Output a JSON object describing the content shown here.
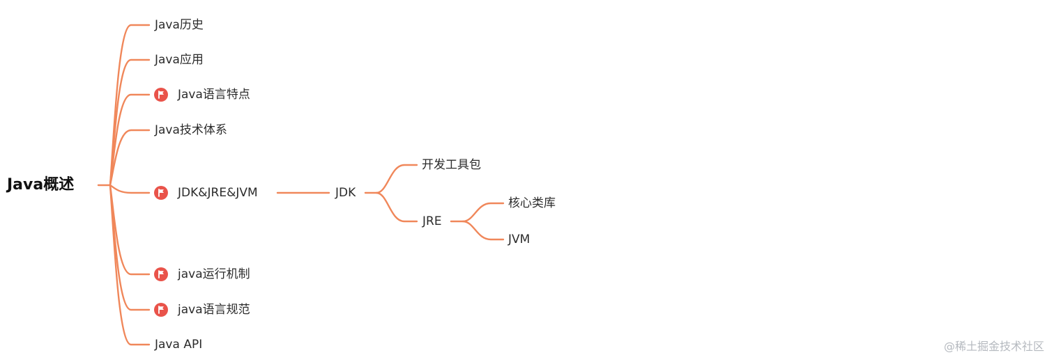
{
  "colors": {
    "edge": "#f0875a",
    "flag": "#e9534a",
    "text": "#2b2b2b",
    "watermark": "#b5b9bf"
  },
  "mindmap": {
    "root": {
      "label": "Java概述"
    },
    "branches": [
      {
        "id": "history",
        "label": "Java历史",
        "flag": false
      },
      {
        "id": "apps",
        "label": "Java应用",
        "flag": false
      },
      {
        "id": "features",
        "label": "Java语言特点",
        "flag": true
      },
      {
        "id": "tech",
        "label": "Java技术体系",
        "flag": false
      },
      {
        "id": "jdk-jre-jvm",
        "label": "JDK&JRE&JVM",
        "flag": true
      },
      {
        "id": "runtime",
        "label": "java运行机制",
        "flag": true
      },
      {
        "id": "spec",
        "label": "java语言规范",
        "flag": true
      },
      {
        "id": "api",
        "label": "Java API",
        "flag": false
      }
    ],
    "jdk": {
      "label": "JDK",
      "children": [
        {
          "id": "devkit",
          "label": "开发工具包"
        },
        {
          "id": "jre",
          "label": "JRE",
          "children": [
            {
              "id": "corelib",
              "label": "核心类库"
            },
            {
              "id": "jvm",
              "label": "JVM"
            }
          ]
        }
      ]
    }
  },
  "watermark": "@稀土掘金技术社区"
}
